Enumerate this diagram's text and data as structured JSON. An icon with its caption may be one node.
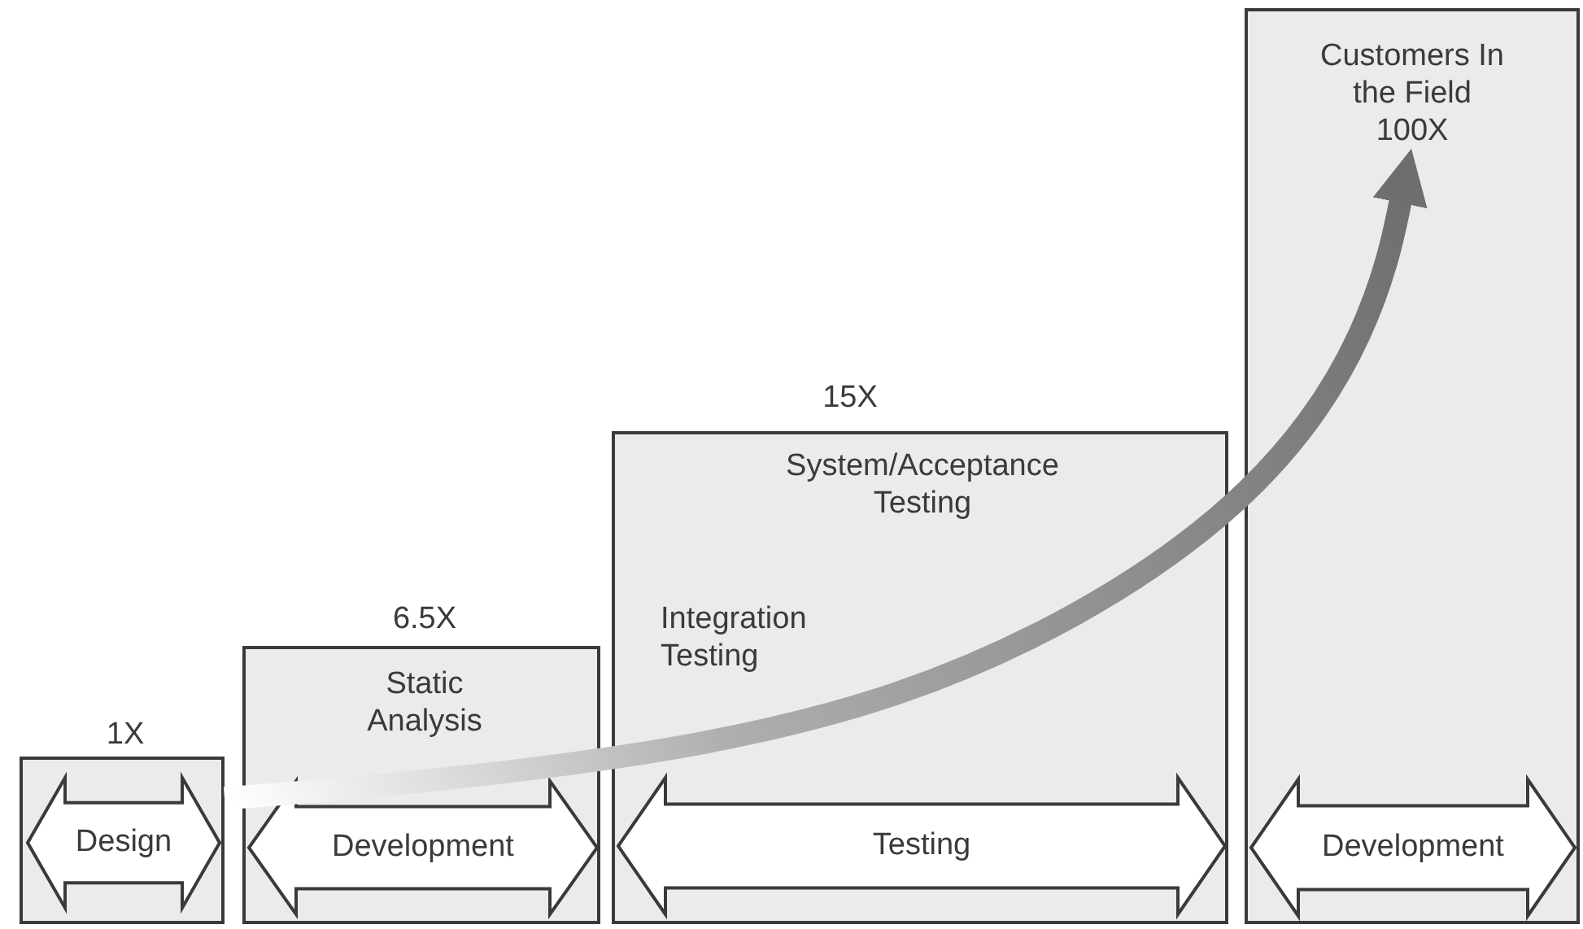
{
  "diagram": {
    "nodes": [
      {
        "text": [
          "1X"
        ]
      },
      {
        "text": [
          "Design"
        ],
        "in": 0
      },
      {
        "text": [
          "6.5X",
          "Static Analysis"
        ]
      },
      {
        "text": [
          "Development"
        ],
        "in": 2
      },
      {
        "text": [
          "15X",
          "System/Acceptance Testing",
          "Integration Testing"
        ]
      },
      {
        "text": [
          "Testing"
        ],
        "in": 4
      },
      {
        "text": [
          "Customers In the Field",
          "100X"
        ]
      },
      {
        "text": [
          "Development"
        ],
        "in": 6
      }
    ],
    "edges": [
      {
        "from": 0,
        "to": 6,
        "arrow": "to",
        "style": "thick",
        "color": "#6e6e6e"
      }
    ]
  }
}
